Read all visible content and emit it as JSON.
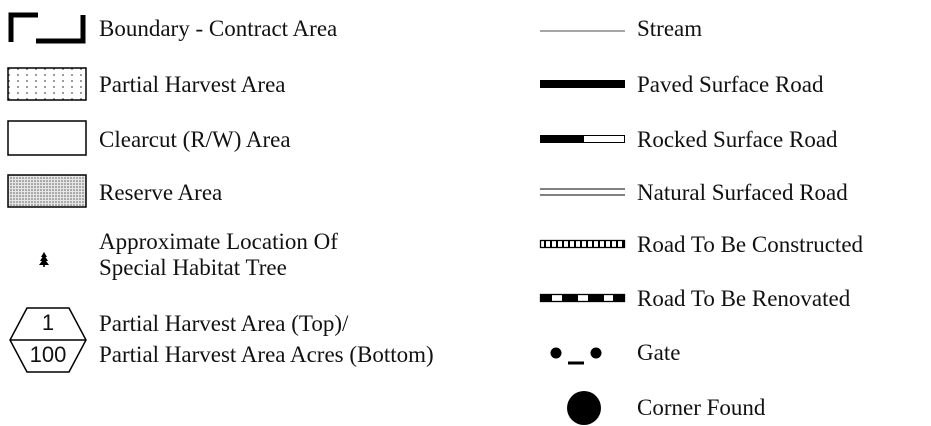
{
  "left_items": [
    {
      "id": "boundary",
      "label": "Boundary - Contract Area",
      "icon": "boundary-bracket-icon"
    },
    {
      "id": "partial-harvest",
      "label": "Partial Harvest Area",
      "icon": "dotted-box-icon"
    },
    {
      "id": "clearcut",
      "label": "Clearcut (R/W) Area",
      "icon": "empty-box-icon"
    },
    {
      "id": "reserve",
      "label": "Reserve Area",
      "icon": "dense-stipple-box-icon"
    },
    {
      "id": "habitat-tree",
      "label_line1": "Approximate Location Of",
      "label_line2": "Special Habitat Tree",
      "icon": "tree-icon"
    },
    {
      "id": "harvest-acres",
      "label_line1": "Partial Harvest Area  (Top)/",
      "label_line2": "Partial Harvest Area Acres (Bottom)",
      "icon": "hexagon-label-icon",
      "top_value": "1",
      "bottom_value": "100"
    }
  ],
  "right_items": [
    {
      "id": "stream",
      "label": "Stream",
      "icon": "thin-line-icon"
    },
    {
      "id": "paved-road",
      "label": "Paved Surface Road",
      "icon": "thick-line-icon"
    },
    {
      "id": "rocked-road",
      "label": "Rocked Surface Road",
      "icon": "half-solid-road-icon"
    },
    {
      "id": "natural-road",
      "label": "Natural Surfaced Road",
      "icon": "double-line-icon"
    },
    {
      "id": "road-construct",
      "label": "Road To Be Constructed",
      "icon": "ticked-road-icon"
    },
    {
      "id": "road-renovate",
      "label": "Road To Be Renovated",
      "icon": "dashed-road-icon"
    },
    {
      "id": "gate",
      "label": "Gate",
      "icon": "gate-icon"
    },
    {
      "id": "corner",
      "label": "Corner Found",
      "icon": "filled-circle-icon"
    }
  ]
}
